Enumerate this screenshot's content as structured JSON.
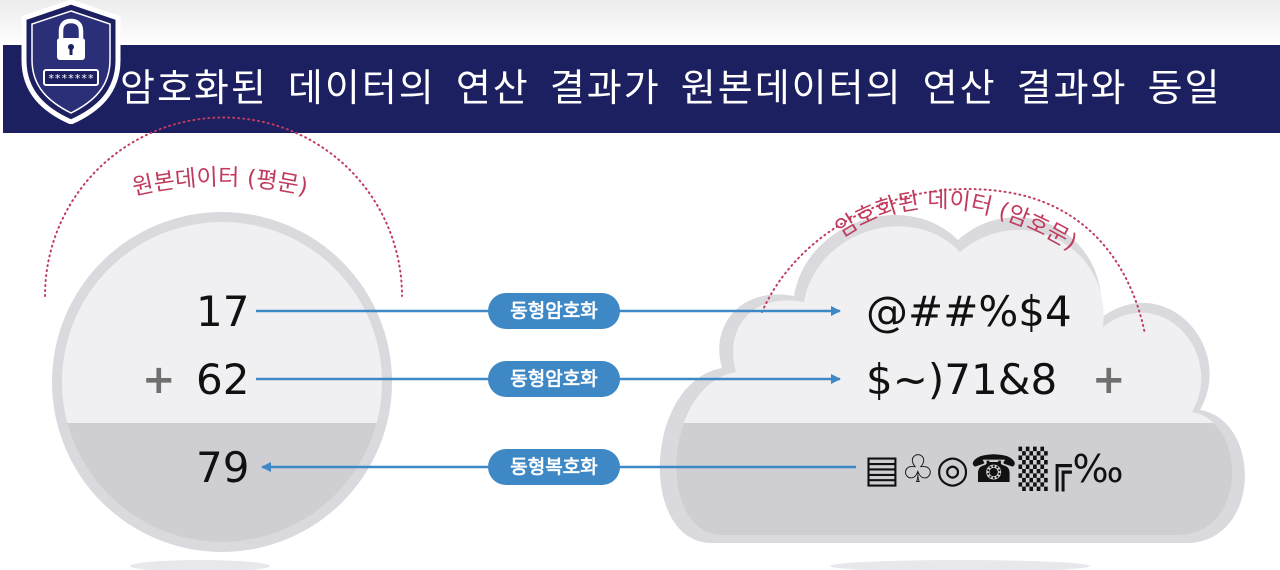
{
  "header": {
    "title": "암호화된 데이터의 연산 결과가 원본데이터의 연산 결과와 동일",
    "shield_password_mask": "*******"
  },
  "plain_side": {
    "label": "원본데이터 (평문)",
    "operand_a": "17",
    "plus_sign": "+",
    "operand_b": "62",
    "result": "79"
  },
  "cipher_side": {
    "label": "암호화된 데이터 (암호문)",
    "cipher_a": "@##%$4",
    "cipher_b": "$~)71&8",
    "plus_sign": "+",
    "cipher_result": "▤♧◎☎▒╔‰"
  },
  "operations": {
    "encrypt_1": "동형암호화",
    "encrypt_2": "동형암호화",
    "decrypt": "동형복호화"
  },
  "colors": {
    "banner": "#1d2060",
    "arrow": "#3f88c6",
    "pill": "#3f88c6",
    "label": "#c13c5c",
    "circle_light": "#f0f0f2",
    "circle_dark": "#cfcfd3",
    "rim": "#d9d9de"
  }
}
